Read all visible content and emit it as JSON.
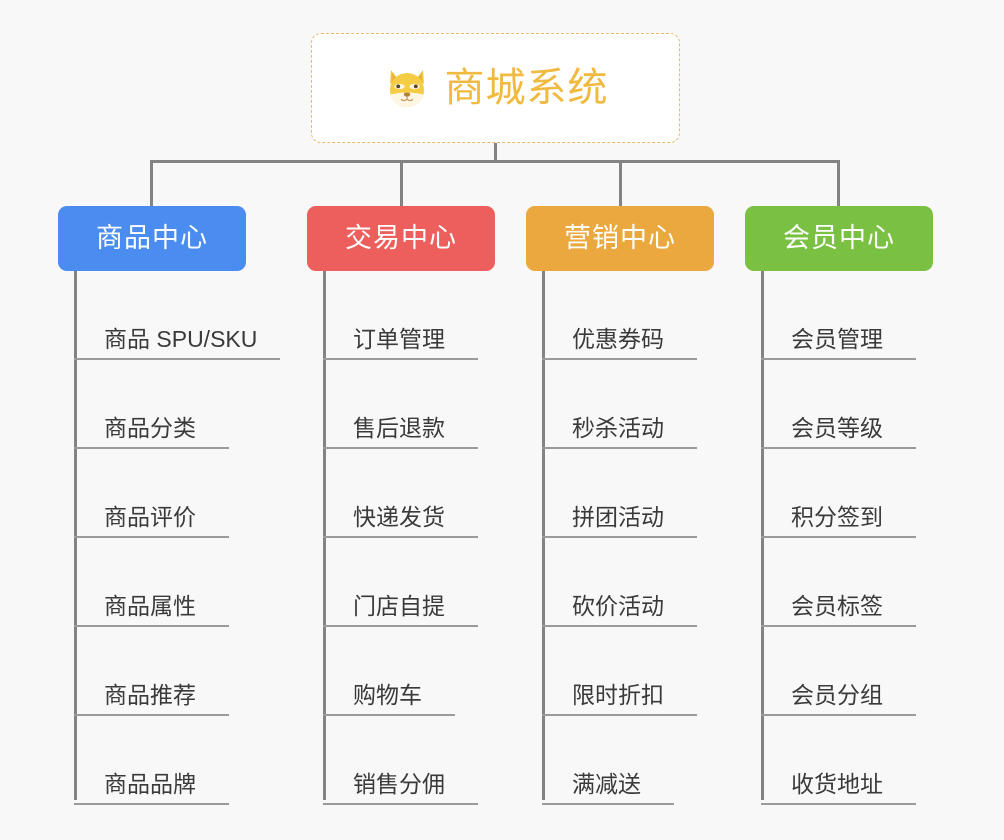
{
  "background_color": "#f8f8f8",
  "root": {
    "title": "商城系统",
    "icon": "shiba-dog-face-icon",
    "text_color": "#f0b93f",
    "border_color": "#e8b96a",
    "background_color": "#ffffff"
  },
  "connector_color": "#838383",
  "underline_color": "#9b9b9b",
  "columns": [
    {
      "label": "商品中心",
      "color": "#4a8cf0",
      "items": [
        {
          "label": "商品 SPU/SKU",
          "underline_width": 206
        },
        {
          "label": "商品分类",
          "underline_width": 155
        },
        {
          "label": "商品评价",
          "underline_width": 155
        },
        {
          "label": "商品属性",
          "underline_width": 155
        },
        {
          "label": "商品推荐",
          "underline_width": 155
        },
        {
          "label": "商品品牌",
          "underline_width": 155
        }
      ]
    },
    {
      "label": "交易中心",
      "color": "#ec5f5c",
      "items": [
        {
          "label": "订单管理",
          "underline_width": 155
        },
        {
          "label": "售后退款",
          "underline_width": 155
        },
        {
          "label": "快递发货",
          "underline_width": 155
        },
        {
          "label": "门店自提",
          "underline_width": 155
        },
        {
          "label": "购物车",
          "underline_width": 132
        },
        {
          "label": "销售分佣",
          "underline_width": 155
        }
      ]
    },
    {
      "label": "营销中心",
      "color": "#eaa83e",
      "items": [
        {
          "label": "优惠券码",
          "underline_width": 155
        },
        {
          "label": "秒杀活动",
          "underline_width": 155
        },
        {
          "label": "拼团活动",
          "underline_width": 155
        },
        {
          "label": "砍价活动",
          "underline_width": 155
        },
        {
          "label": "限时折扣",
          "underline_width": 155
        },
        {
          "label": "满减送",
          "underline_width": 132
        }
      ]
    },
    {
      "label": "会员中心",
      "color": "#7ac143",
      "items": [
        {
          "label": "会员管理",
          "underline_width": 155
        },
        {
          "label": "会员等级",
          "underline_width": 155
        },
        {
          "label": "积分签到",
          "underline_width": 155
        },
        {
          "label": "会员标签",
          "underline_width": 155
        },
        {
          "label": "会员分组",
          "underline_width": 155
        },
        {
          "label": "收货地址",
          "underline_width": 155
        }
      ]
    }
  ]
}
